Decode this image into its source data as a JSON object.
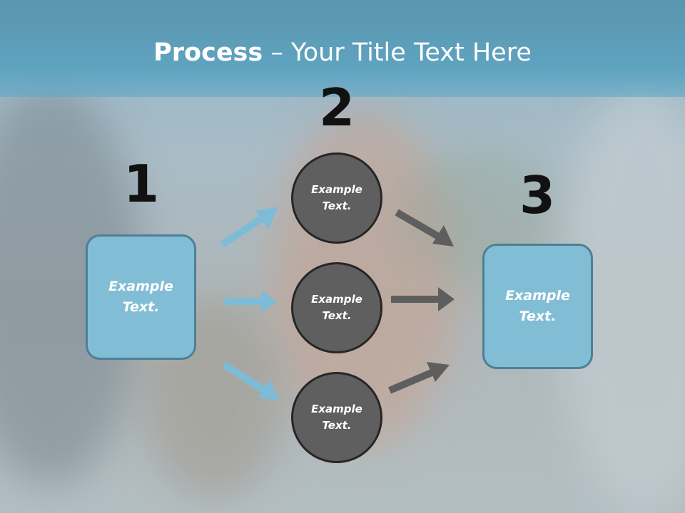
{
  "slide": {
    "title_bold": "Process",
    "title_rest": " – Your Title Text Here"
  },
  "steps": {
    "num1": "1",
    "num2": "2",
    "num3": "3"
  },
  "left_box": {
    "text_line1": "Example",
    "text_line2": "Text."
  },
  "right_box": {
    "text_line1": "Example",
    "text_line2": "Text."
  },
  "circles": [
    {
      "text_line1": "Example",
      "text_line2": "Text."
    },
    {
      "text_line1": "Example",
      "text_line2": "Text."
    },
    {
      "text_line1": "Example",
      "text_line2": "Text."
    }
  ],
  "colors": {
    "box_fill": "#82bdd6",
    "box_border": "#4d7f95",
    "circle_fill": "#5f5f5f",
    "circle_border": "#262626",
    "arrow_blue": "#7dbcd7",
    "arrow_gray": "#5e5e5e"
  }
}
